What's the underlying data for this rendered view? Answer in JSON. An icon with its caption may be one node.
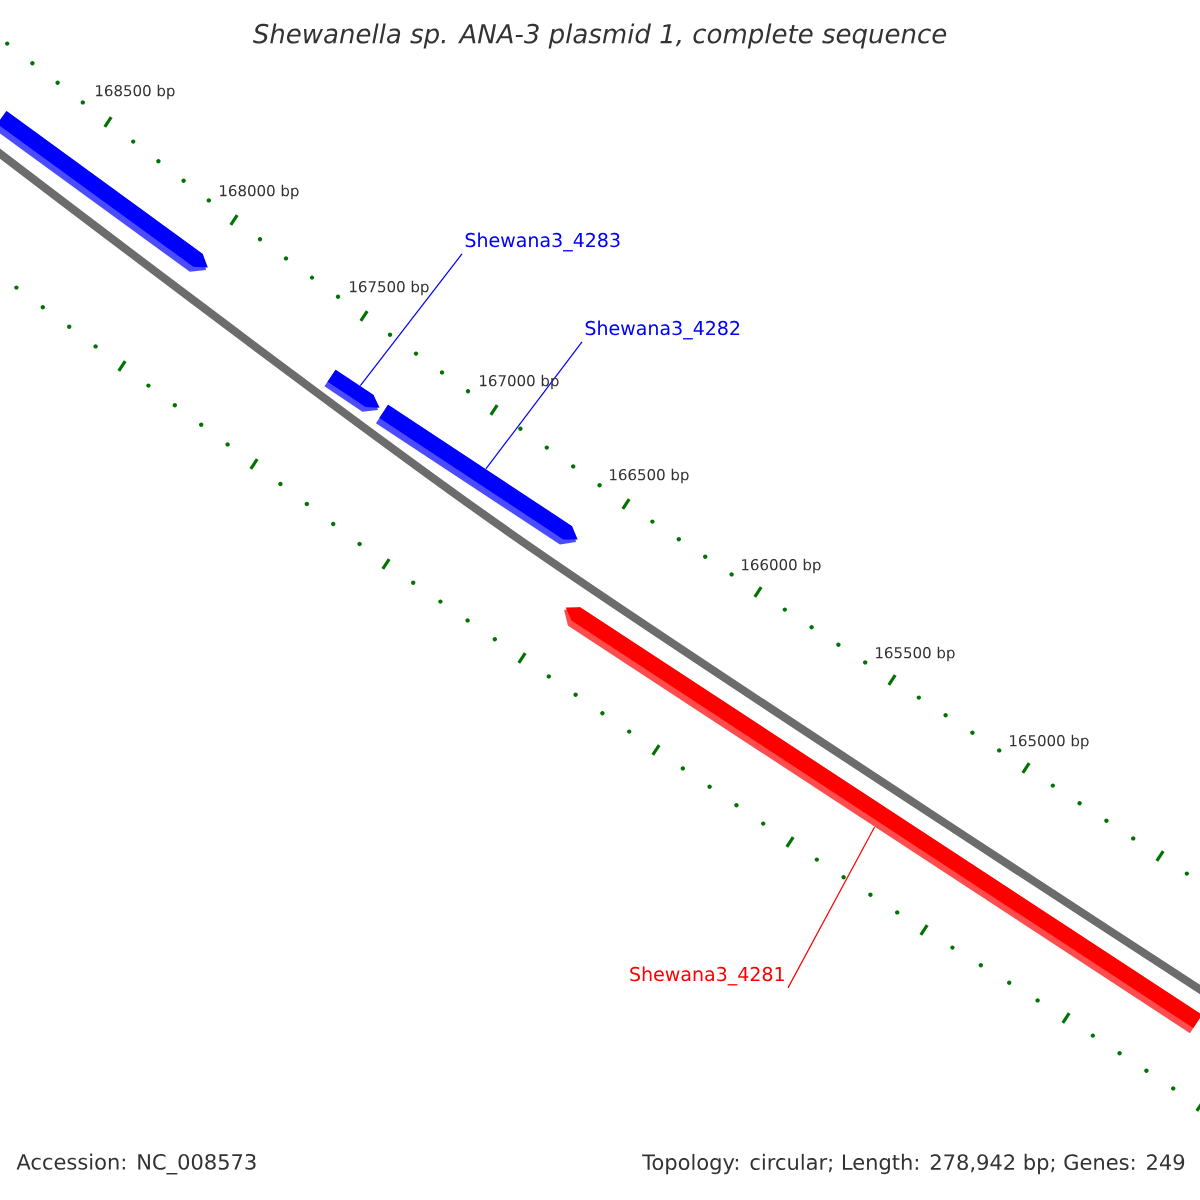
{
  "diagram": {
    "title": "Shewanella sp. ANA-3 plasmid 1, complete sequence",
    "nodes": [
      {
        "text": [],
        "shape": "bar"
      },
      {
        "text": [],
        "shape": "bar"
      },
      {
        "text": [],
        "shape": "bar"
      },
      {
        "text": [],
        "shape": "bar"
      },
      {
        "text": [
          "Shewana3_4283"
        ]
      },
      {
        "text": [
          "Shewana3_4282"
        ]
      },
      {
        "text": [
          "Shewana3_4281"
        ]
      }
    ],
    "edges": [
      {
        "from": 4,
        "to": 1,
        "arrow": "none",
        "color": "#0000ff"
      },
      {
        "from": 5,
        "to": 2,
        "arrow": "none",
        "color": "#0000ff"
      },
      {
        "from": 6,
        "to": 3,
        "arrow": "none",
        "color": "#ff0000"
      }
    ],
    "labels": [
      "168500 bp",
      "168000 bp",
      "167500 bp",
      "167000 bp",
      "166500 bp",
      "166000 bp",
      "165500 bp",
      "165000 bp",
      "Accession: NC_008573",
      "Topology: circular; Length: 278,942 bp; Genes: 249"
    ]
  }
}
